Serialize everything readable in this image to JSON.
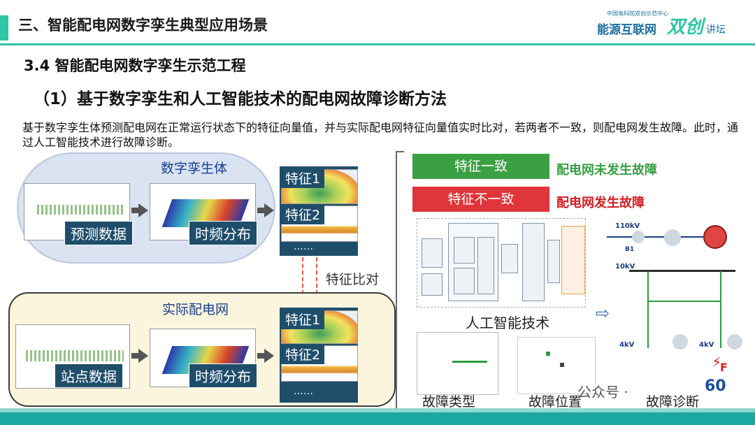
{
  "header": {
    "section_title": "三、智能配电网数字孪生典型应用场景",
    "logo_small": "中国电科院双创示范中心",
    "logo_big": "能源互联网",
    "logo_shuang": "双创",
    "logo_tail": "讲坛"
  },
  "subtitle": "3.4 智能配电网数字孪生示范工程",
  "method_title": "（1）基于数字孪生和人工智能技术的配电网故障诊断方法",
  "description": "基于数字孪生体预测配电网在正常运行状态下的特征向量值，并与实际配电网特征向量值实时比对，若两者不一致，则配电网发生故障。此时，通过人工智能技术进行故障诊断。",
  "digital_twin": {
    "title": "数字孪生体",
    "data_label": "预测数据",
    "tf_label": "时频分布",
    "feature1": "特征1",
    "feature2": "特征2",
    "more": "……"
  },
  "real_grid": {
    "title": "实际配电网",
    "data_label": "站点数据",
    "tf_label": "时频分布",
    "feature1": "特征1",
    "feature2": "特征2",
    "more": "……"
  },
  "compare_label": "特征比对",
  "results": {
    "match_box": "特征一致",
    "match_text": "配电网未发生故障",
    "mismatch_box": "特征不一致",
    "mismatch_text": "配电网发生故障"
  },
  "ai": {
    "label": "人工智能技术",
    "fault_type": "故障类型",
    "fault_location": "故障位置",
    "fault_diagnosis": "故障诊断"
  },
  "circuit": {
    "kv110": "110kV",
    "kv10": "10kV",
    "kv4a": "4kV",
    "kv4b": "4kV",
    "b1": "B1",
    "fault_mark": "F",
    "number": "60"
  },
  "watermark": "公众号 ·"
}
